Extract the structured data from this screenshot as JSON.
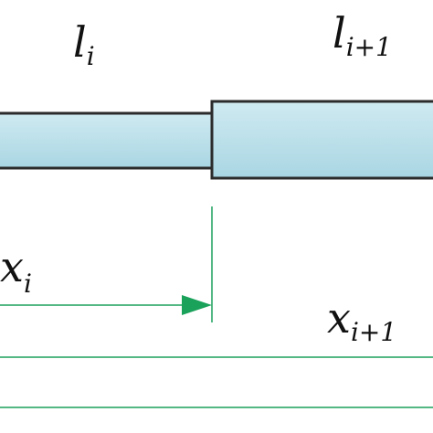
{
  "labels": {
    "segment_left": {
      "base": "l",
      "sub": "i"
    },
    "segment_right": {
      "base": "l",
      "sub": "i+1"
    },
    "position_left": {
      "base": "x",
      "sub": "i"
    },
    "position_right": {
      "base": "x",
      "sub": "i+1"
    }
  },
  "colors": {
    "segment_fill_top": "#cfeaf1",
    "segment_fill_bottom": "#a9d6e3",
    "segment_stroke": "#2b2b2b",
    "dimension_line": "#1aa15a",
    "text": "#111111"
  }
}
